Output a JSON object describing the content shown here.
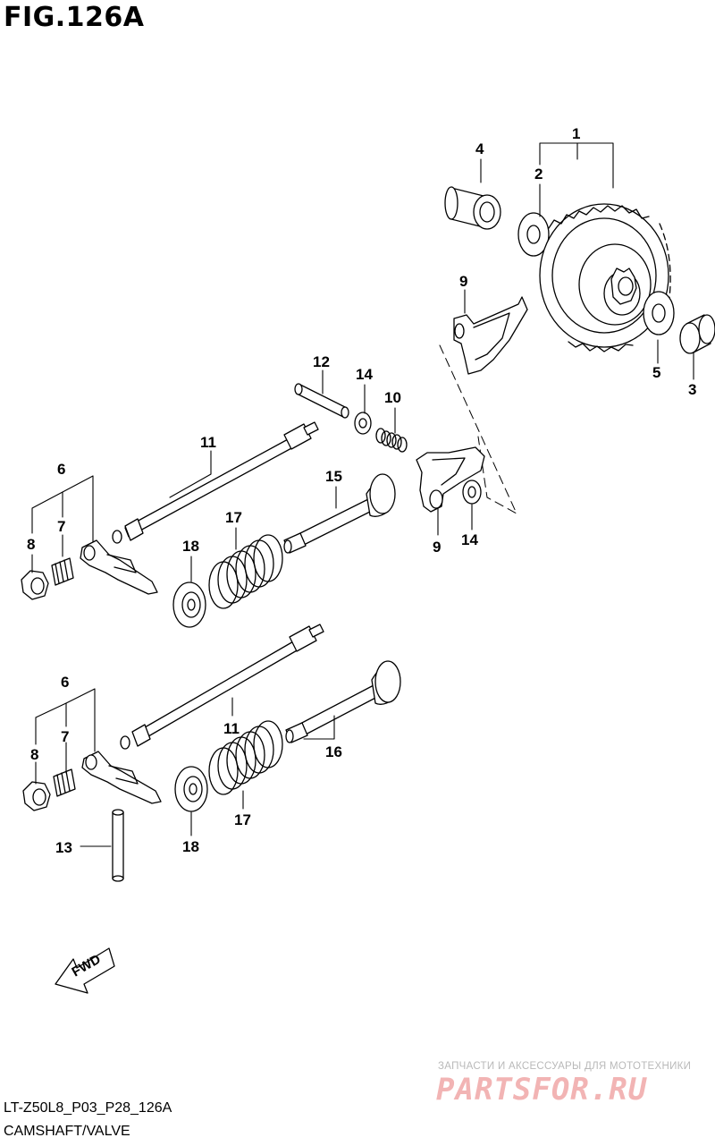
{
  "figure": {
    "title": "FIG.126A",
    "code": "LT-Z50L8_P03_P28_126A",
    "subtitle": "CAMSHAFT/VALVE"
  },
  "callouts": {
    "c1": "1",
    "c2": "2",
    "c3": "3",
    "c4": "4",
    "c5": "5",
    "c6a": "6",
    "c6b": "6",
    "c7a": "7",
    "c7b": "7",
    "c8a": "8",
    "c8b": "8",
    "c9a": "9",
    "c9b": "9",
    "c10": "10",
    "c11a": "11",
    "c11b": "11",
    "c12": "12",
    "c13": "13",
    "c14a": "14",
    "c14b": "14",
    "c15": "15",
    "c16": "16",
    "c17a": "17",
    "c17b": "17",
    "c18a": "18",
    "c18b": "18"
  },
  "fwd_arrow": {
    "label": "FWD"
  },
  "watermark": {
    "tagline": "ЗАПЧАСТИ И АКСЕССУАРЫ ДЛЯ МОТОТЕХНИКИ",
    "logo": "PARTSFOR.RU",
    "color": "#e24a4a"
  }
}
